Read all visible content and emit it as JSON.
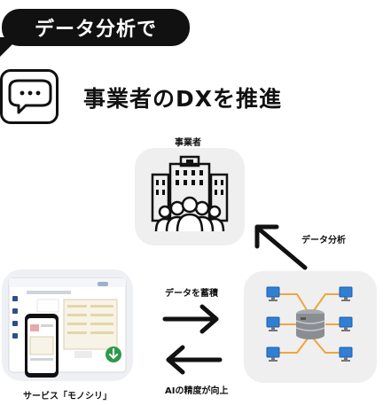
{
  "header": {
    "bubble_text": "データ分析で",
    "title": "事業者のDXを推進"
  },
  "nodes": {
    "business_label": "事業者",
    "service_label": "サービス「モノシリ」"
  },
  "arrows": {
    "data_analysis": "データ分析",
    "data_accumulate": "データを蓄積",
    "ai_precision": "AIの精度が向上"
  },
  "icons": {
    "chat": "chat-bubble-icon",
    "business": "building-people-icon",
    "database": "database-network-icon",
    "app": "app-screenshot-icon"
  },
  "colors": {
    "dark": "#111111",
    "card": "#efefef",
    "monitor_blue": "#2f7fd6",
    "link_orange": "#f0a53a",
    "db_gray": "#8a8d91"
  }
}
